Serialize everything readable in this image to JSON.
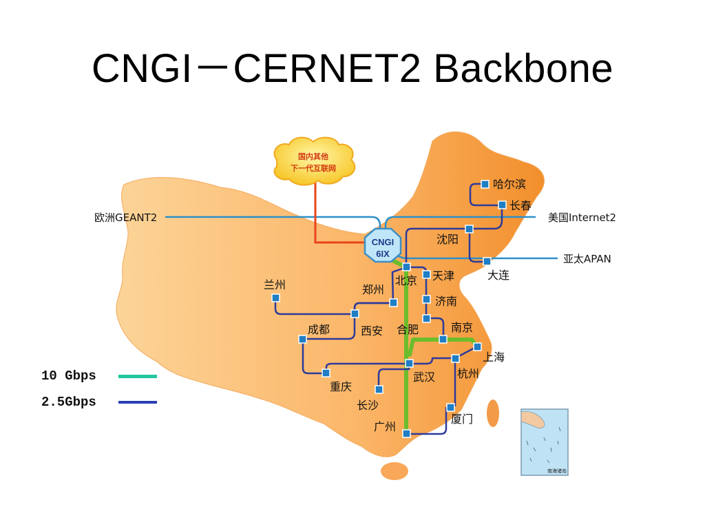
{
  "title": "CNGI－CERNET2 Backbone",
  "cloud": {
    "line1": "国内其他",
    "line2": "下一代互联网"
  },
  "hub": {
    "line1": "CNGI",
    "line2": "6IX"
  },
  "external": {
    "europe": "欧洲GEANT2",
    "usa": "美国Internet2",
    "apac": "亚太APAN"
  },
  "cities": {
    "harbin": "哈尔滨",
    "changchun": "长春",
    "shenyang": "沈阳",
    "dalian": "大连",
    "beijing": "北京",
    "tianjin": "天津",
    "jinan": "济南",
    "zhengzhou": "郑州",
    "lanzhou": "兰州",
    "xian": "西安",
    "chengdu": "成都",
    "hefei": "合肥",
    "nanjing": "南京",
    "shanghai": "上海",
    "hangzhou": "杭州",
    "wuhan": "武汉",
    "chongqing": "重庆",
    "changsha": "长沙",
    "guangzhou": "广州",
    "xiamen": "厦门"
  },
  "inset_label": "南海诸岛",
  "legend": [
    {
      "label": "10 Gbps",
      "color": "#22c7a0"
    },
    {
      "label": "2.5Gbps",
      "color": "#2b3fb5"
    }
  ],
  "colors": {
    "map_fill": "#f9a040",
    "backbone_10g": "#6cbd2c",
    "link_2_5g": "#2d3a9a",
    "international": "#2d8fc9",
    "domestic_peer": "#e8431a",
    "node": "#1f7ec4"
  }
}
